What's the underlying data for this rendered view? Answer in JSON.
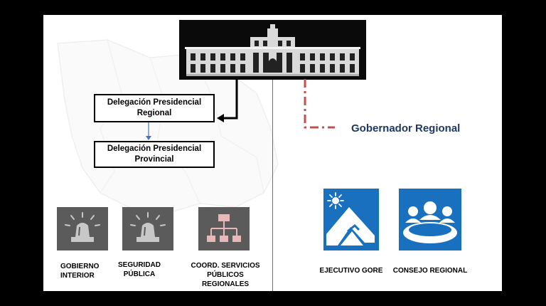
{
  "header": {
    "icon": "palacio-la-moneda-icon"
  },
  "left": {
    "delegacion_regional": "Delegación Presidencial\nRegional",
    "delegacion_provincial": "Delegación Presidencial\nProvincial",
    "tiles": [
      {
        "icon": "siren-icon",
        "label": "GOBIERNO\nINTERIOR"
      },
      {
        "icon": "siren-icon",
        "label": "SEGURIDAD\nPÚBLICA"
      },
      {
        "icon": "org-chart-icon",
        "label": "COORD. SERVICIOS\nPÚBLICOS REGIONALES"
      }
    ]
  },
  "right": {
    "gobernador": "Gobernador Regional",
    "tiles": [
      {
        "icon": "sun-mountain-icon",
        "label": "EJECUTIVO GORE"
      },
      {
        "icon": "meeting-table-icon",
        "label": "CONSEJO REGIONAL"
      }
    ]
  },
  "colors": {
    "tile_gray": "#5b5b5b",
    "tile_blue": "#1870bf",
    "siren_fill": "#c8c8c8",
    "org_fill": "#e8b7b7",
    "title_navy": "#1f3864",
    "dash_red": "#c0504d",
    "divider_blue": "#4472c4"
  }
}
